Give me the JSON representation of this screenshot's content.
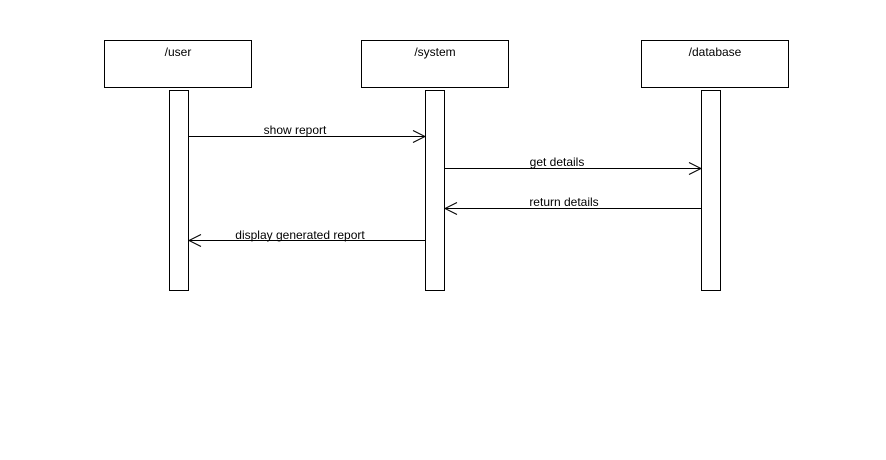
{
  "lifelines": [
    {
      "id": "user",
      "label": "/user"
    },
    {
      "id": "system",
      "label": "/system"
    },
    {
      "id": "database",
      "label": "/database"
    }
  ],
  "messages": [
    {
      "from": "user",
      "to": "system",
      "label": "show report"
    },
    {
      "from": "system",
      "to": "database",
      "label": "get details"
    },
    {
      "from": "database",
      "to": "system",
      "label": "return details"
    },
    {
      "from": "system",
      "to": "user",
      "label": "display generated report"
    }
  ]
}
